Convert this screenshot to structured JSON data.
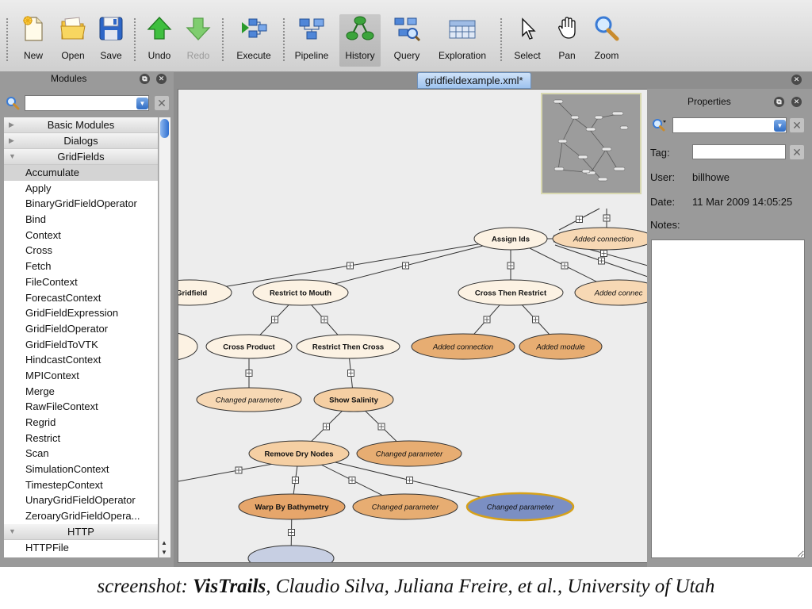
{
  "toolbar": {
    "buttons": [
      {
        "label": "New",
        "icon": "new-file-icon"
      },
      {
        "label": "Open",
        "icon": "open-folder-icon"
      },
      {
        "label": "Save",
        "icon": "save-disk-icon"
      },
      {
        "label": "Undo",
        "icon": "undo-arrow-up-icon"
      },
      {
        "label": "Redo",
        "icon": "redo-arrow-down-icon",
        "disabled": true
      },
      {
        "label": "Execute",
        "icon": "execute-icon"
      },
      {
        "label": "Pipeline",
        "icon": "pipeline-icon"
      },
      {
        "label": "History",
        "icon": "history-tree-icon",
        "active": true
      },
      {
        "label": "Query",
        "icon": "query-icon"
      },
      {
        "label": "Exploration",
        "icon": "exploration-grid-icon"
      },
      {
        "label": "Select",
        "icon": "cursor-arrow-icon"
      },
      {
        "label": "Pan",
        "icon": "hand-icon"
      },
      {
        "label": "Zoom",
        "icon": "magnifier-icon"
      }
    ]
  },
  "modules_panel": {
    "title": "Modules",
    "search_value": "",
    "categories": [
      {
        "label": "Basic Modules",
        "expanded": false
      },
      {
        "label": "Dialogs",
        "expanded": false
      },
      {
        "label": "GridFields",
        "expanded": true
      }
    ],
    "items": [
      "Accumulate",
      "Apply",
      "BinaryGridFieldOperator",
      "Bind",
      "Context",
      "Cross",
      "Fetch",
      "FileContext",
      "ForecastContext",
      "GridFieldExpression",
      "GridFieldOperator",
      "GridFieldToVTK",
      "HindcastContext",
      "MPIContext",
      "Merge",
      "RawFileContext",
      "Regrid",
      "Restrict",
      "Scan",
      "SimulationContext",
      "TimestepContext",
      "UnaryGridFieldOperator",
      "ZeroaryGridFieldOpera..."
    ],
    "selected_item": "Accumulate",
    "after_category": {
      "label": "HTTP",
      "expanded": true
    },
    "after_items": [
      "HTTPFile"
    ]
  },
  "document": {
    "tab_label": "gridfieldexample.xml*"
  },
  "version_tree": {
    "nodes": [
      {
        "id": "assign",
        "label": "Assign Ids",
        "style": "tagged"
      },
      {
        "id": "ac_top",
        "label": "Added connection",
        "style": "untagged"
      },
      {
        "id": "gridfield",
        "label": "l Gridfield",
        "style": "tagged"
      },
      {
        "id": "mouth",
        "label": "Restrict to Mouth",
        "style": "tagged"
      },
      {
        "id": "ctr",
        "label": "Cross Then Restrict",
        "style": "tagged"
      },
      {
        "id": "ac_right",
        "label": "Added connec",
        "style": "untagged"
      },
      {
        "id": "left_cut",
        "label": "",
        "style": "tagged"
      },
      {
        "id": "cross",
        "label": "Cross Product",
        "style": "tagged"
      },
      {
        "id": "rtc",
        "label": "Restrict Then Cross",
        "style": "tagged"
      },
      {
        "id": "ac_mid",
        "label": "Added connection",
        "style": "untagged-dark"
      },
      {
        "id": "am",
        "label": "Added module",
        "style": "untagged-dark"
      },
      {
        "id": "cp1",
        "label": "Changed parameter",
        "style": "untagged"
      },
      {
        "id": "salinity",
        "label": "Show Salinity",
        "style": "tagged-dark"
      },
      {
        "id": "dry",
        "label": "Remove Dry Nodes",
        "style": "tagged-dark"
      },
      {
        "id": "cp2",
        "label": "Changed parameter",
        "style": "untagged-dark"
      },
      {
        "id": "warp",
        "label": "Warp By Bathymetry",
        "style": "tagged-darker"
      },
      {
        "id": "cp3",
        "label": "Changed parameter",
        "style": "untagged-dark"
      },
      {
        "id": "cp_sel",
        "label": "Changed parameter",
        "style": "selected"
      },
      {
        "id": "bottom",
        "label": "",
        "style": "bottom"
      }
    ],
    "colors": {
      "tagged": "#fcf2e3",
      "untagged": "#f7d8b4",
      "tagged-dark": "#f5cfa3",
      "untagged-dark": "#e7ad72",
      "tagged-darker": "#e6a66b",
      "selected": "#7b8fc3",
      "bottom": "#c7cfe3"
    }
  },
  "properties_panel": {
    "title": "Properties",
    "search_value": "",
    "tag_label": "Tag:",
    "tag_value": "",
    "user_label": "User:",
    "user_value": "billhowe",
    "date_label": "Date:",
    "date_value": "11 Mar 2009 14:05:25",
    "notes_label": "Notes:",
    "notes_value": ""
  },
  "caption": {
    "prefix": "screenshot: ",
    "app_name": "VisTrails",
    "suffix": ", Claudio Silva, Juliana Freire, et al., University of Utah"
  }
}
